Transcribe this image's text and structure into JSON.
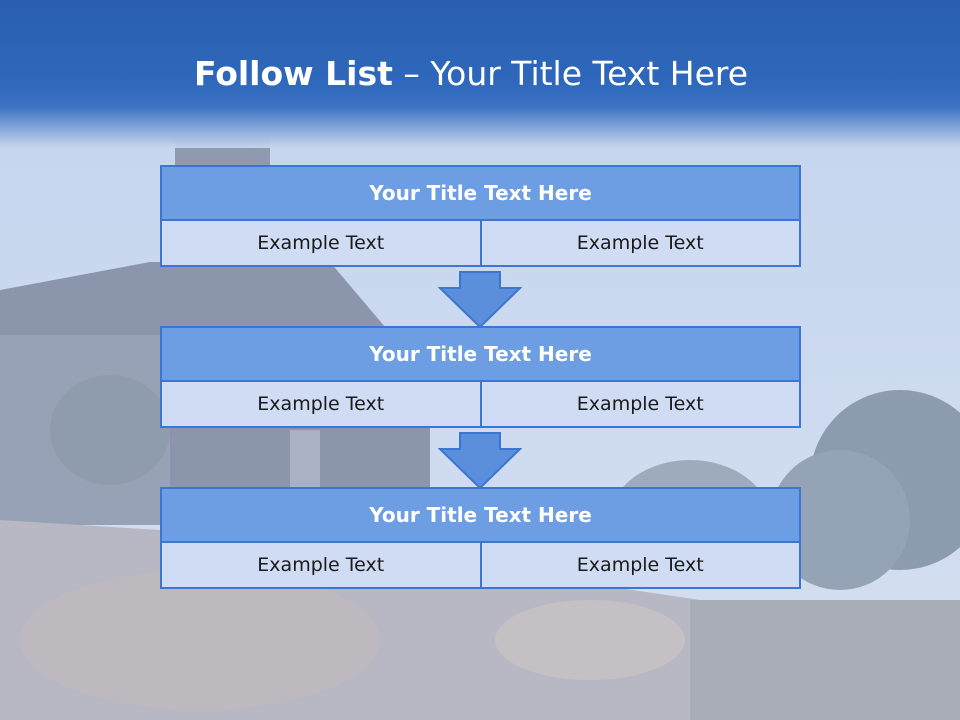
{
  "slide": {
    "title_bold": "Follow List",
    "title_rest": " – Your Title Text Here"
  },
  "colors": {
    "header_blue": "#2e67bb",
    "box_title_fill": "#6d9de2",
    "box_border": "#3b76d0",
    "cell_fill": "#cfdcf3",
    "arrow_fill": "#5b8fdc"
  },
  "steps": [
    {
      "title": "Your Title Text Here",
      "left": "Example Text",
      "right": "Example Text"
    },
    {
      "title": "Your Title Text Here",
      "left": "Example Text",
      "right": "Example Text"
    },
    {
      "title": "Your Title Text Here",
      "left": "Example Text",
      "right": "Example Text"
    }
  ]
}
